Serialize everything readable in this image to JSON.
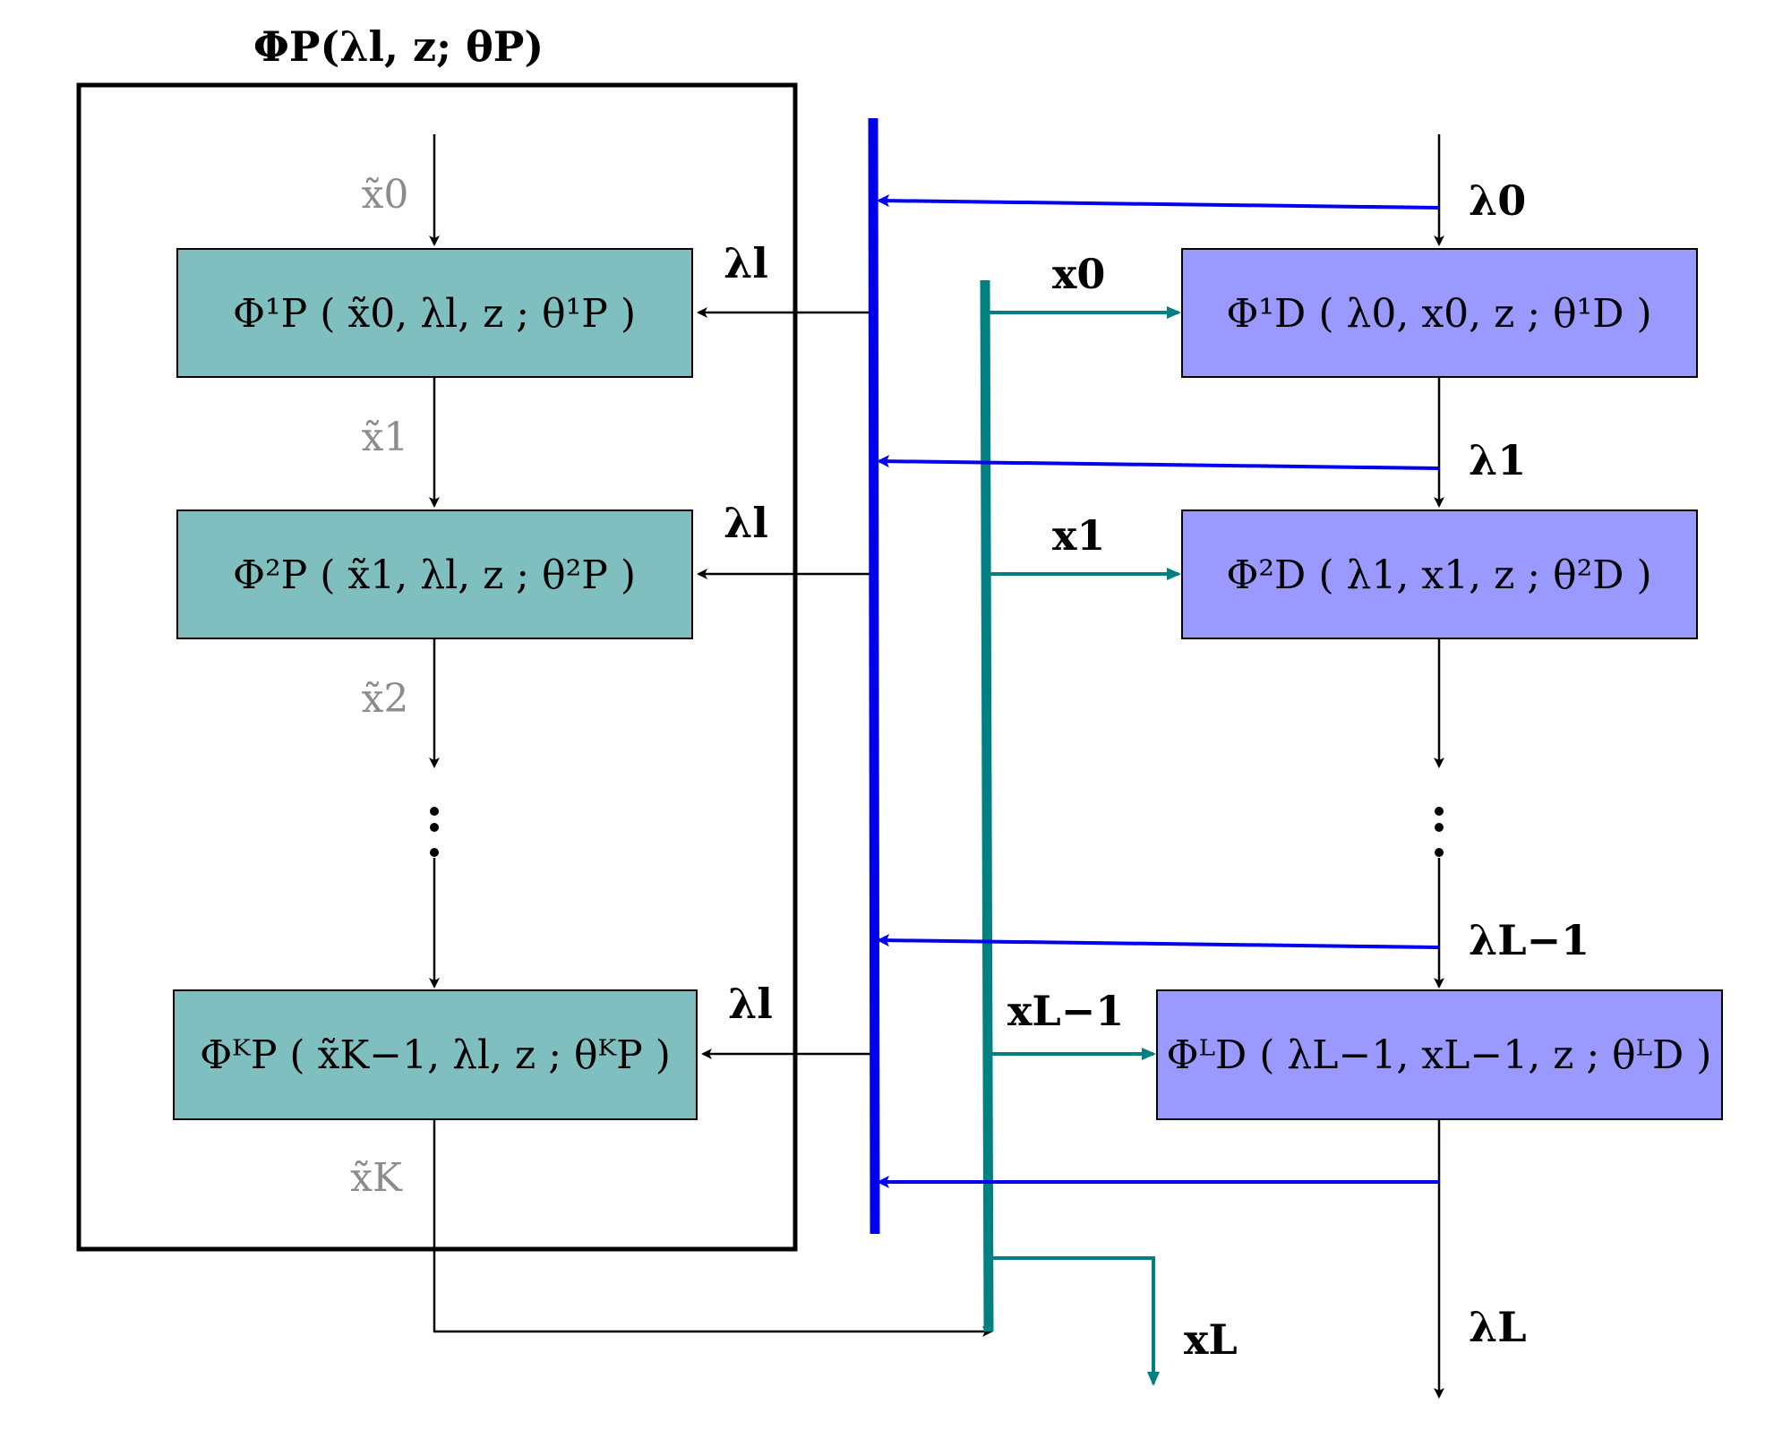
{
  "colors": {
    "prior_block_fill": "#80bfbf",
    "data_block_fill": "#9999ff",
    "lambda_bus": "#0000ee",
    "x_bus": "#008080",
    "black": "#000000",
    "tilde_text": "#8c8c8c"
  },
  "prior_network": {
    "title": "ΦP(λl, z; θP)",
    "blocks": [
      {
        "label": "Φ¹P ( x̃0, λl, z ; θ¹P )"
      },
      {
        "label": "Φ²P ( x̃1, λl, z ; θ²P )"
      },
      {
        "label": "ΦᴷP ( x̃K−1, λl, z ; θᴷP )"
      }
    ],
    "state_labels": [
      "x̃0",
      "x̃1",
      "x̃2",
      "x̃K"
    ],
    "lambda_inputs": [
      "λl",
      "λl",
      "λl"
    ],
    "ellipsis": "⋮"
  },
  "data_network": {
    "blocks": [
      {
        "label": "Φ¹D ( λ0, x0, z ; θ¹D )"
      },
      {
        "label": "Φ²D ( λ1, x1, z ; θ²D )"
      },
      {
        "label": "ΦᴸD ( λL−1, xL−1, z ; θᴸD )"
      }
    ],
    "lambda_labels": [
      "λ0",
      "λ1",
      "λL−1",
      "λL"
    ],
    "x_inputs": [
      "x0",
      "x1",
      "xL−1"
    ],
    "ellipsis": "⋮"
  },
  "output_label": "xL"
}
